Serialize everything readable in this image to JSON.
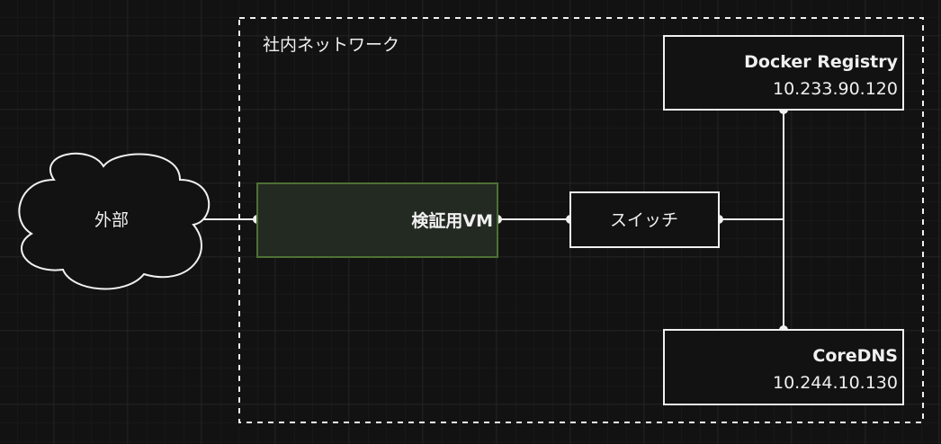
{
  "group": {
    "label": "社内ネットワーク"
  },
  "nodes": {
    "external": {
      "label": "外部"
    },
    "vm": {
      "label": "検証用VM"
    },
    "switch": {
      "label": "スイッチ"
    },
    "registry": {
      "name": "Docker Registry",
      "ip": "10.233.90.120"
    },
    "dns": {
      "name": "CoreDNS",
      "ip": "10.244.10.130"
    }
  },
  "colors": {
    "background": "#121212",
    "stroke": "#f0f0f0",
    "vm_fill": "#232a22",
    "vm_stroke": "#4e7034"
  }
}
